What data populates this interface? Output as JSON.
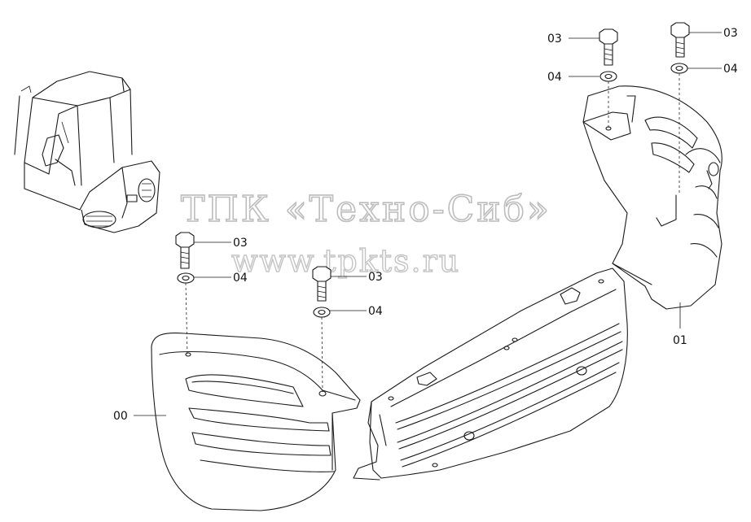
{
  "callouts": {
    "c00": "00",
    "c01": "01",
    "c03a": "03",
    "c04a": "04",
    "c03b": "03",
    "c04b": "04",
    "c03c": "03",
    "c04c": "04",
    "c03d": "03",
    "c04d": "04"
  },
  "watermark": {
    "line1": "ТПК «Техно-Сиб»",
    "line2": "www.tpkts.ru"
  }
}
